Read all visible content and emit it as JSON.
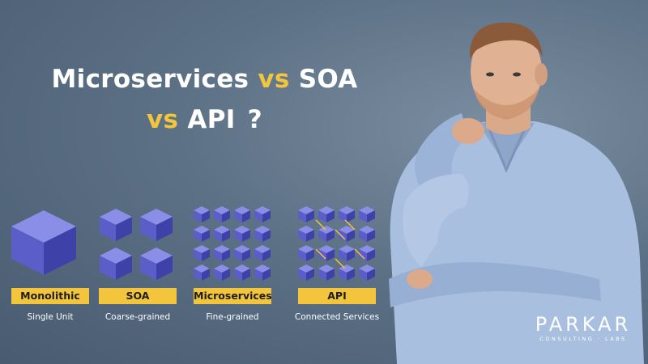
{
  "heading": {
    "line1_a": "Microservices",
    "line1_vs": "vs",
    "line1_b": "SOA",
    "line2_vs": "vs",
    "line2_b": "API",
    "line2_q": "?"
  },
  "architectures": [
    {
      "label": "Monolithic",
      "subtitle": "Single Unit"
    },
    {
      "label": "SOA",
      "subtitle": "Coarse-grained"
    },
    {
      "label": "Microservices",
      "subtitle": "Fine-grained"
    },
    {
      "label": "API",
      "subtitle": "Connected Services"
    }
  ],
  "logo": {
    "brand": "PARKAR",
    "tagline": "CONSULTING · LABS"
  },
  "colors": {
    "accent": "#f3c53c",
    "cube_top": "#8b8ee6",
    "cube_left": "#5b5ec8",
    "cube_right": "#3e41a8",
    "background": "#5d7186"
  }
}
